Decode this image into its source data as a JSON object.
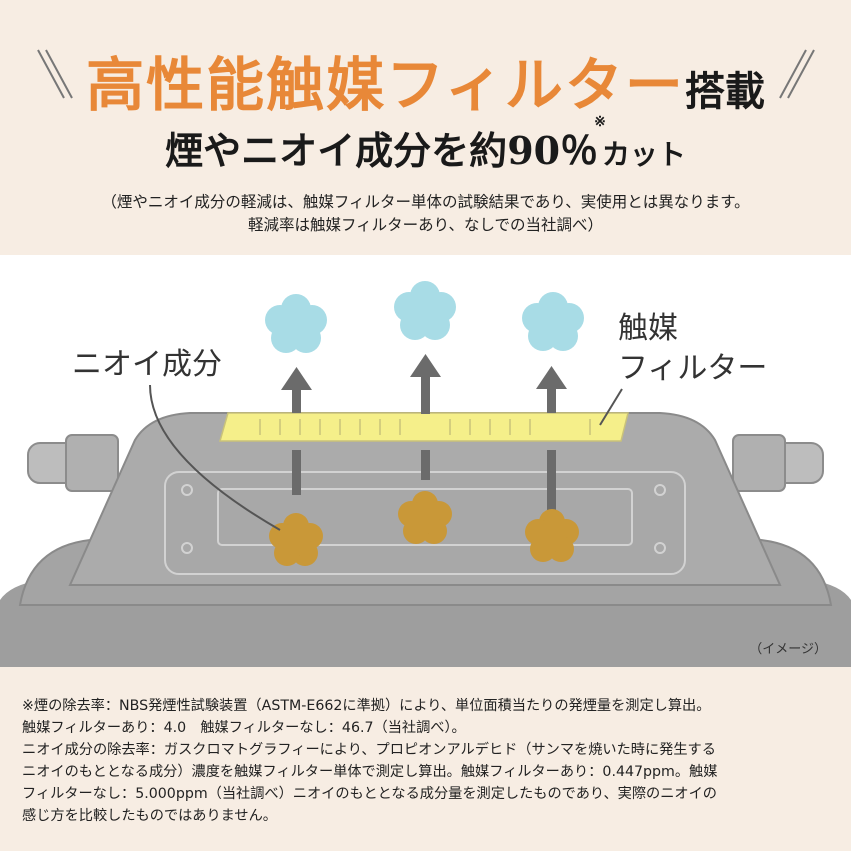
{
  "header": {
    "title_main": "高性能触媒フィルター",
    "title_suffix": "搭載",
    "subtitle_prefix": "煙やニオイ成分を約",
    "subtitle_percent": "90％",
    "subtitle_note_mark": "※",
    "subtitle_suffix": "カット",
    "note_line1": "（煙やニオイ成分の軽減は、触媒フィルター単体の試験結果であり、実使用とは異なります。",
    "note_line2": "軽減率は触媒フィルターあり、なしでの当社調べ）"
  },
  "diagram": {
    "label_odor": "ニオイ成分",
    "label_filter_line1": "触媒",
    "label_filter_line2": "フィルター",
    "image_note": "（イメージ）",
    "colors": {
      "filter": "#f5ef8a",
      "cloud": "#a8dce6",
      "odor": "#c99838",
      "arrow": "#6b6b6b",
      "grill": "#a8a8a8"
    }
  },
  "footer": {
    "line1": "※煙の除去率：NBS発煙性試験装置（ASTM-E662に準拠）により、単位面積当たりの発煙量を測定し算出。",
    "line2": "触媒フィルターあり：4.0　触媒フィルターなし：46.7（当社調べ）。",
    "line3": "ニオイ成分の除去率：ガスクロマトグラフィーにより、プロピオンアルデヒド（サンマを焼いた時に発生する",
    "line4": "ニオイのもととなる成分）濃度を触媒フィルター単体で測定し算出。触媒フィルターあり：0.447ppm。触媒",
    "line5": "フィルターなし：5.000ppm（当社調べ）ニオイのもととなる成分量を測定したものであり、実際のニオイの",
    "line6": "感じ方を比較したものではありません。"
  }
}
